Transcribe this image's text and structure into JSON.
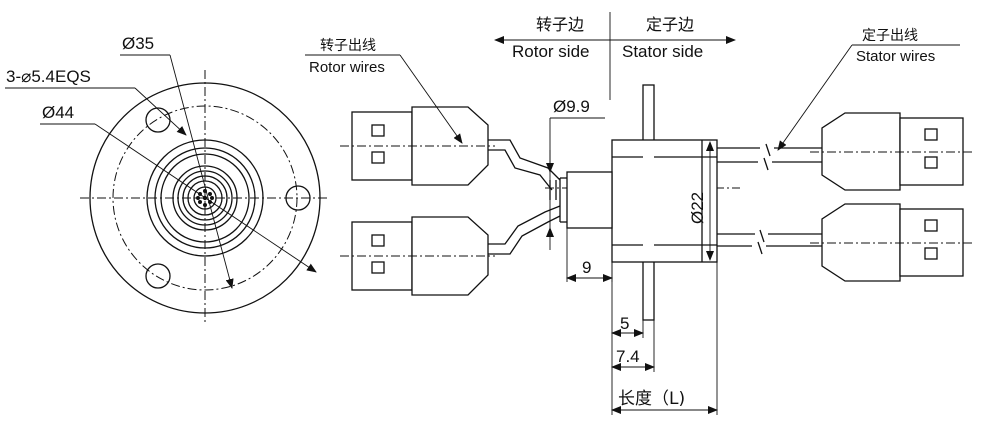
{
  "front_view": {
    "dim_d35": "Ø35",
    "dim_holes": "3-⌀5.4EQS",
    "dim_d44": "Ø44"
  },
  "side_view": {
    "rotor_side_cn": "转子边",
    "rotor_side_en": "Rotor side",
    "stator_side_cn": "定子边",
    "stator_side_en": "Stator side",
    "rotor_wires_cn": "转子出线",
    "rotor_wires_en": "Rotor wires",
    "stator_wires_cn": "定子出线",
    "stator_wires_en": "Stator wires",
    "dim_d9_9": "Ø9.9",
    "dim_d22": "Ø22",
    "dim_9": "9",
    "dim_5": "5",
    "dim_7_4": "7.4",
    "dim_length": "长度（L)"
  }
}
